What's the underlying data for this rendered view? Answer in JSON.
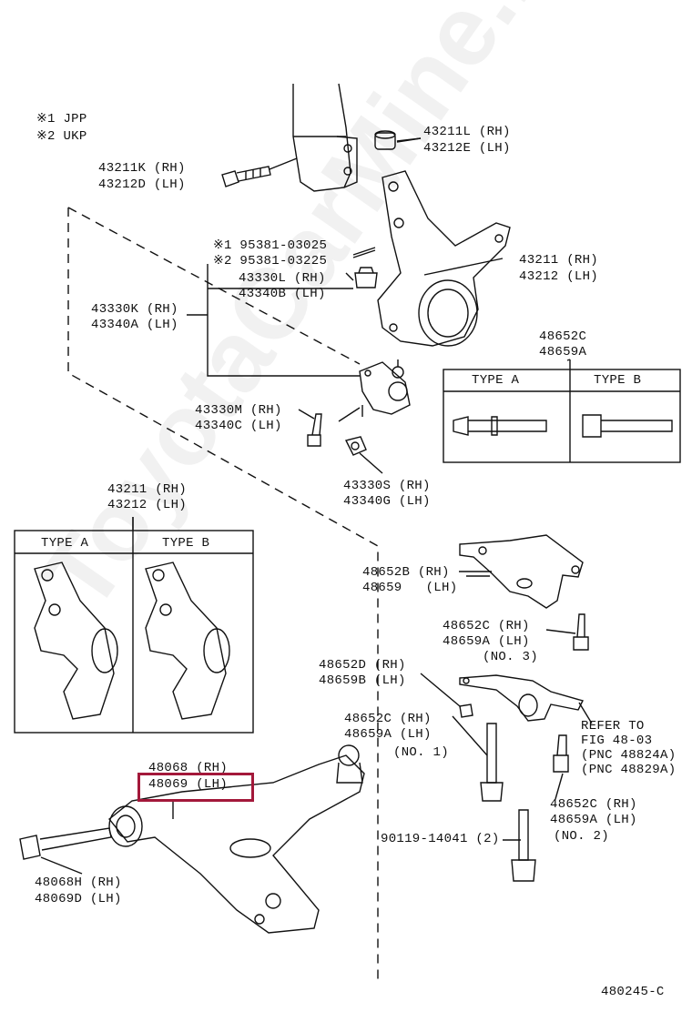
{
  "notes": [
    {
      "mark": "※1",
      "text": "JPP"
    },
    {
      "mark": "※2",
      "text": "UKP"
    }
  ],
  "labels": {
    "l43211k": "43211K (RH)",
    "l43212d": "43212D (LH)",
    "l43211l": "43211L (RH)",
    "l43212e": "43212E (LH)",
    "l95381_1": "※1 95381-03025",
    "l95381_2": "※2 95381-03225",
    "l43330l": "43330L (RH)",
    "l43340b": "43340B (LH)",
    "l43330k": "43330K (RH)",
    "l43340a": "43340A (LH)",
    "l43211": "43211 (RH)",
    "l43212": "43212 (LH)",
    "l48652c_top": "48652C",
    "l48659a_top": "48659A",
    "l43330m": "43330M (RH)",
    "l43340c": "43340C (LH)",
    "l43330s": "43330S (RH)",
    "l43340g": "43340G (LH)",
    "l43211_b": "43211 (RH)",
    "l43212_b": "43212 (LH)",
    "l48652b": "48652B (RH)",
    "l48659": "48659   (LH)",
    "l48652c_3": "48652C (RH)",
    "l48659a_3": "48659A (LH)",
    "l_no3": "(NO. 3)",
    "l48652d": "48652D (RH)",
    "l48659b": "48659B (LH)",
    "l48652c_1": "48652C (RH)",
    "l48659a_1": "48659A (LH)",
    "l_no1": "(NO. 1)",
    "l_refer": "REFER TO",
    "l_fig": "FIG 48-03",
    "l_pnc1": "(PNC 48824A)",
    "l_pnc2": "(PNC 48829A)",
    "l48068": "48068 (RH)",
    "l48069": "48069 (LH)",
    "l48068h": "48068H (RH)",
    "l48069d": "48069D (LH)",
    "l90119": "90119-14041 (2)",
    "l48652c_2": "48652C (RH)",
    "l48659a_2": "48659A (LH)",
    "l_no2": "(NO. 2)",
    "l_code": "480245-C"
  },
  "table_right": {
    "type_a": "TYPE A",
    "type_b": "TYPE B"
  },
  "table_left": {
    "type_a": "TYPE A",
    "type_b": "TYPE B"
  },
  "watermark": "ToyotaCarMine.ru",
  "highlight_color": "#a3183a"
}
